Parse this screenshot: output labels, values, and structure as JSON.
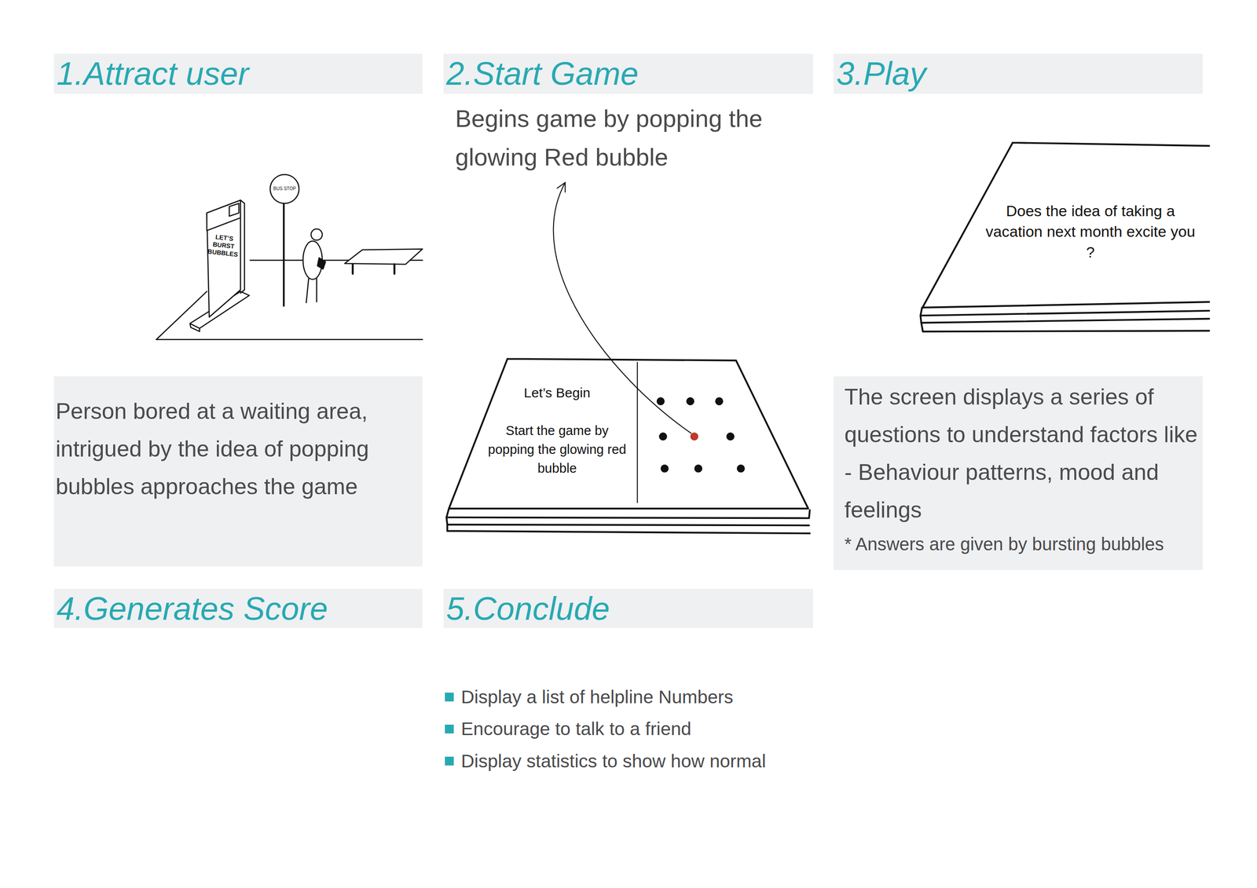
{
  "diagram": {
    "nodes": [
      {
        "text": [
          "1.Attract user"
        ]
      },
      {
        "text": [
          "2.Start Game"
        ]
      },
      {
        "text": [
          "3.Play"
        ]
      },
      {
        "text": [
          "Person bored at a waiting area, intrigued by the idea of popping bubbles approaches the game"
        ]
      },
      {
        "text": [
          "Let’s Begin",
          "Start the game by popping the glowing red bubble"
        ]
      },
      {
        "text": [
          "Does the idea of taking a vacation next month excite you ?"
        ]
      },
      {
        "text": [
          "The screen displays a series of questions to understand factors like - Behaviour patterns, mood and feelings",
          "* Answers are given by bursting bubbles"
        ]
      },
      {
        "text": [
          "4.Generates Score"
        ]
      },
      {
        "text": [
          "5.Conclude"
        ]
      }
    ],
    "labels": [
      "BUS STOP",
      "LET’S BURST BUBBLES",
      "Begins game by popping the glowing Red bubble",
      "Display a list of helpline Numbers",
      "Encourage to talk to a friend",
      "Display statistics to show how normal"
    ]
  }
}
